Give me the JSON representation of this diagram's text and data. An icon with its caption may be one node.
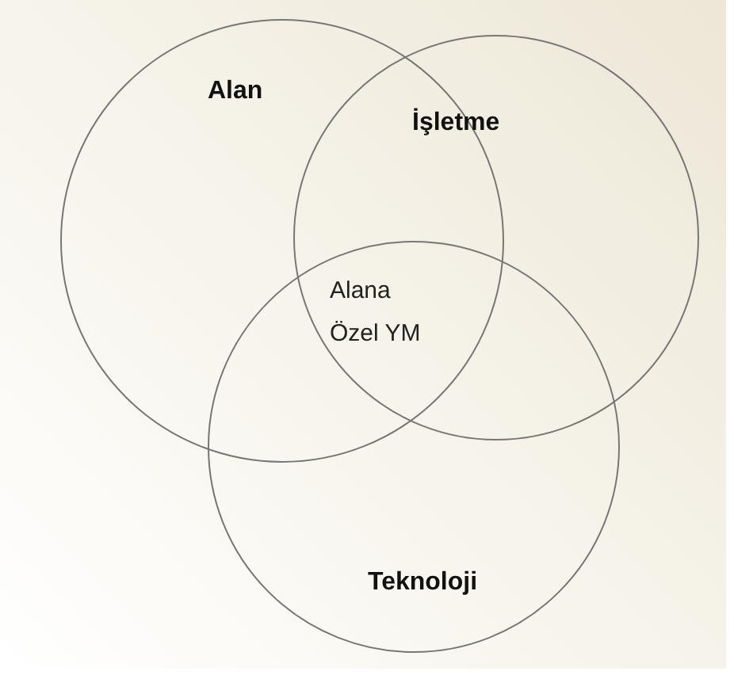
{
  "diagram": {
    "nodes": [
      {
        "text": [
          "Alan"
        ]
      },
      {
        "text": [
          "İşletme"
        ]
      },
      {
        "text": [
          "Teknoloji"
        ]
      }
    ],
    "labels": [
      "Alana Özel YM"
    ]
  }
}
